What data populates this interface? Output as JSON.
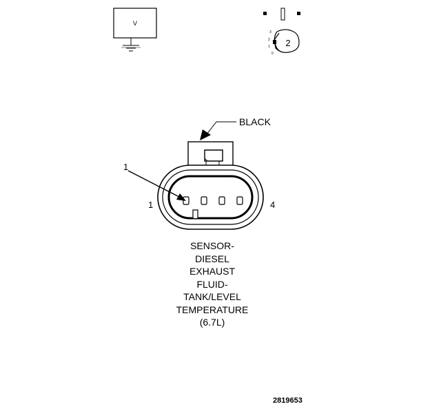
{
  "meter": {
    "symbol": "V"
  },
  "view_icon": {
    "number": "2",
    "scale_labels": [
      "3",
      "2",
      "1",
      "0"
    ]
  },
  "connector": {
    "color_label": "BLACK",
    "pointer_label": "1",
    "left_pin_label": "1",
    "right_pin_label": "4",
    "pin_count": 4
  },
  "caption": {
    "lines": [
      "SENSOR-",
      "DIESEL",
      "EXHAUST",
      "FLUID-",
      "TANK/LEVEL",
      "TEMPERATURE",
      "(6.7L)"
    ]
  },
  "figure_id": "2819653"
}
